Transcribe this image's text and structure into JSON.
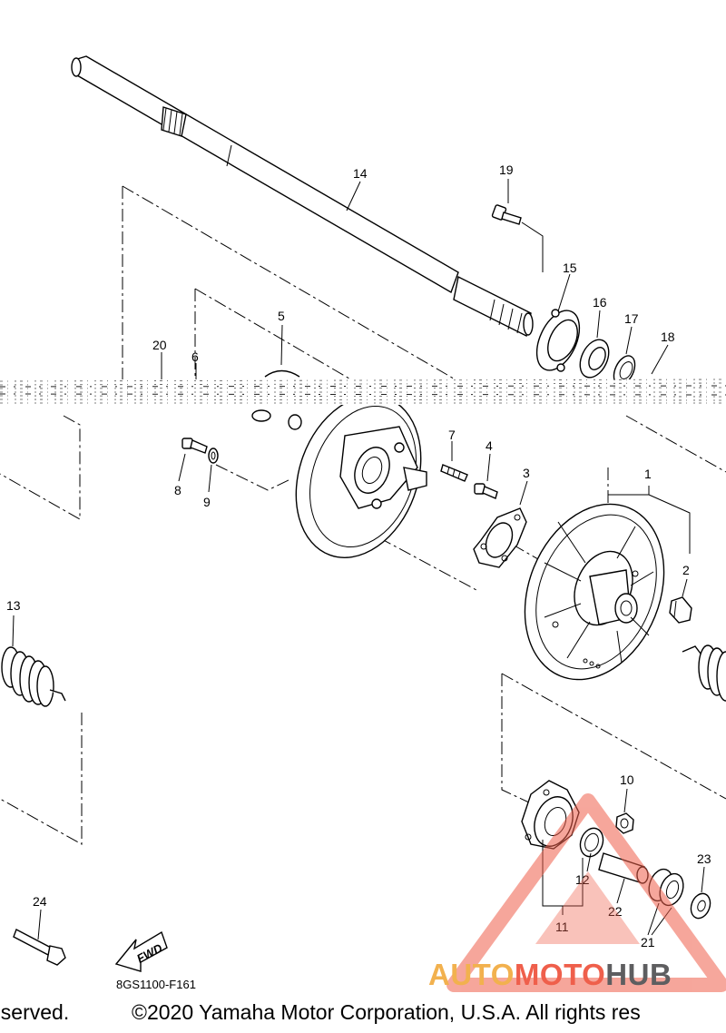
{
  "diagram": {
    "callouts": [
      {
        "id": "c1",
        "text": "1"
      },
      {
        "id": "c2",
        "text": "2"
      },
      {
        "id": "c3",
        "text": "3"
      },
      {
        "id": "c4",
        "text": "4"
      },
      {
        "id": "c5",
        "text": "5"
      },
      {
        "id": "c6",
        "text": "6"
      },
      {
        "id": "c7",
        "text": "7"
      },
      {
        "id": "c8",
        "text": "8"
      },
      {
        "id": "c9",
        "text": "9"
      },
      {
        "id": "c10",
        "text": "10"
      },
      {
        "id": "c11",
        "text": "11"
      },
      {
        "id": "c12",
        "text": "12"
      },
      {
        "id": "c13",
        "text": "13"
      },
      {
        "id": "c14",
        "text": "14"
      },
      {
        "id": "c15",
        "text": "15"
      },
      {
        "id": "c16",
        "text": "16"
      },
      {
        "id": "c17",
        "text": "17"
      },
      {
        "id": "c18",
        "text": "18"
      },
      {
        "id": "c19",
        "text": "19"
      },
      {
        "id": "c20",
        "text": "20"
      },
      {
        "id": "c21",
        "text": "21"
      },
      {
        "id": "c22",
        "text": "22"
      },
      {
        "id": "c23",
        "text": "23"
      },
      {
        "id": "c24",
        "text": "24"
      }
    ],
    "fwd_label": "FWD",
    "diagram_code": "8GS1100-F161"
  },
  "footer": {
    "left_fragment": "eserved.",
    "copyright": "©2020 Yamaha Motor Corporation, U.S.A. All rights res"
  },
  "watermark": {
    "part1": "AUTO",
    "part2": "MOTO",
    "part3": "HUB",
    "colors": {
      "auto": "#f2b14e",
      "moto": "#ef5f4b",
      "hub": "#5e5e60",
      "triangle": "#ef5f4b"
    }
  }
}
